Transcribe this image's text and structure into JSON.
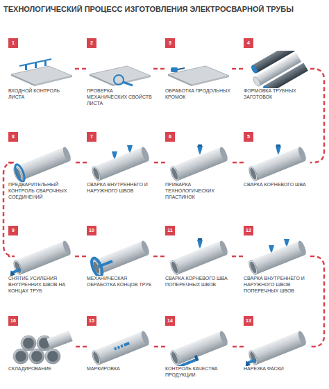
{
  "diagram": {
    "title": "ТЕХНОЛОГИЧЕСКИЙ ПРОЦЕСС ИЗГОТОВЛЕНИЯ ЭЛЕКТРОСВАРНОЙ ТРУБЫ",
    "nodes": [
      {
        "text": [
          "1",
          "ВХОДНОЙ КОНТРОЛЬ ЛИСТА"
        ]
      },
      {
        "text": [
          "2",
          "ПРОВЕРКА МЕХАНИЧЕСКИХ СВОЙСТВ ЛИСТА"
        ]
      },
      {
        "text": [
          "3",
          "ОБРАБОТКА ПРОДОЛЬНЫХ КРОМОК"
        ]
      },
      {
        "text": [
          "4",
          "ФОРМОВКА ТРУБНЫХ ЗАГОТОВОК"
        ]
      },
      {
        "text": [
          "5",
          "СВАРКА КОРНЕВОГО ШВА"
        ]
      },
      {
        "text": [
          "6",
          "ПРИВАРКА ТЕХНОЛОГИЧЕСКИХ ПЛАСТИНОК"
        ]
      },
      {
        "text": [
          "7",
          "СВАРКА ВНУТРЕННЕГО И НАРУЖНОГО ШВОВ"
        ]
      },
      {
        "text": [
          "8",
          "ПРЕДВАРИТЕЛЬНЫЙ КОНТРОЛЬ СВАРОЧНЫХ СОЕДИНЕНИЙ"
        ]
      },
      {
        "text": [
          "9",
          "СНЯТИЕ УСИЛЕНИЯ ВНУТРЕННИХ ШВОВ НА КОНЦАХ ТРУБ"
        ]
      },
      {
        "text": [
          "10",
          "МЕХАНИЧЕСКАЯ ОБРАБОТКА КОНЦОВ ТРУБ"
        ]
      },
      {
        "text": [
          "11",
          "СВАРКА КОРНЕВОГО ШВА ПОПЕРЕЧНЫХ ШВОВ"
        ]
      },
      {
        "text": [
          "12",
          "СВАРКА ВНУТРЕННЕГО И НАРУЖНОГО ШВОВ ПОПЕРЕЧНЫХ ШВОВ"
        ]
      },
      {
        "text": [
          "13",
          "НАРЕЗКА ФАСКИ"
        ]
      },
      {
        "text": [
          "14",
          "КОНТРОЛЬ КАЧЕСТВА ПРОДУКЦИИ"
        ]
      },
      {
        "text": [
          "15",
          "МАРКИРОВКА"
        ]
      },
      {
        "text": [
          "16",
          "СКЛАДИРОВАНИЕ"
        ]
      }
    ],
    "edges": [
      {
        "from": 0,
        "to": 1,
        "arrow": "none"
      },
      {
        "from": 1,
        "to": 2,
        "arrow": "none"
      },
      {
        "from": 2,
        "to": 3,
        "arrow": "none"
      },
      {
        "from": 3,
        "to": 4,
        "arrow": "none"
      },
      {
        "from": 4,
        "to": 5,
        "arrow": "none"
      },
      {
        "from": 5,
        "to": 6,
        "arrow": "none"
      },
      {
        "from": 6,
        "to": 7,
        "arrow": "none"
      },
      {
        "from": 7,
        "to": 8,
        "arrow": "none"
      },
      {
        "from": 8,
        "to": 9,
        "arrow": "none"
      },
      {
        "from": 9,
        "to": 10,
        "arrow": "none"
      },
      {
        "from": 10,
        "to": 11,
        "arrow": "none"
      },
      {
        "from": 11,
        "to": 12,
        "arrow": "none"
      },
      {
        "from": 12,
        "to": 13,
        "arrow": "none"
      },
      {
        "from": 13,
        "to": 14,
        "arrow": "none"
      },
      {
        "from": 14,
        "to": 15,
        "arrow": "none"
      }
    ]
  }
}
